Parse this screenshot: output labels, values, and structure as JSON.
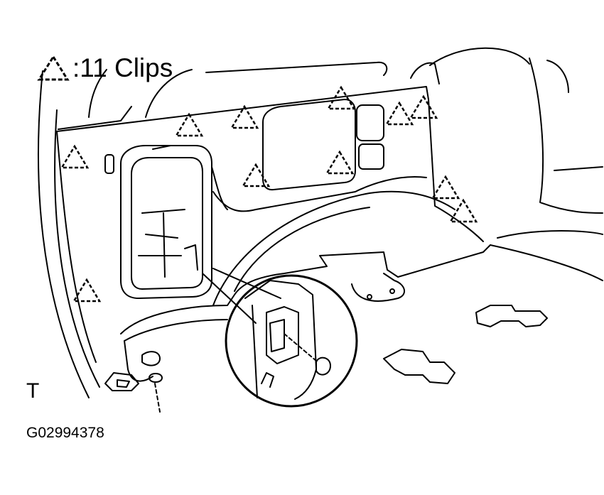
{
  "legend": {
    "symbol": "dashed-triangle-clip-icon",
    "text": ":11 Clips"
  },
  "corner_letter": "T",
  "figure_code": "G02994378",
  "colors": {
    "ink": "#000000",
    "paper": "#ffffff"
  }
}
